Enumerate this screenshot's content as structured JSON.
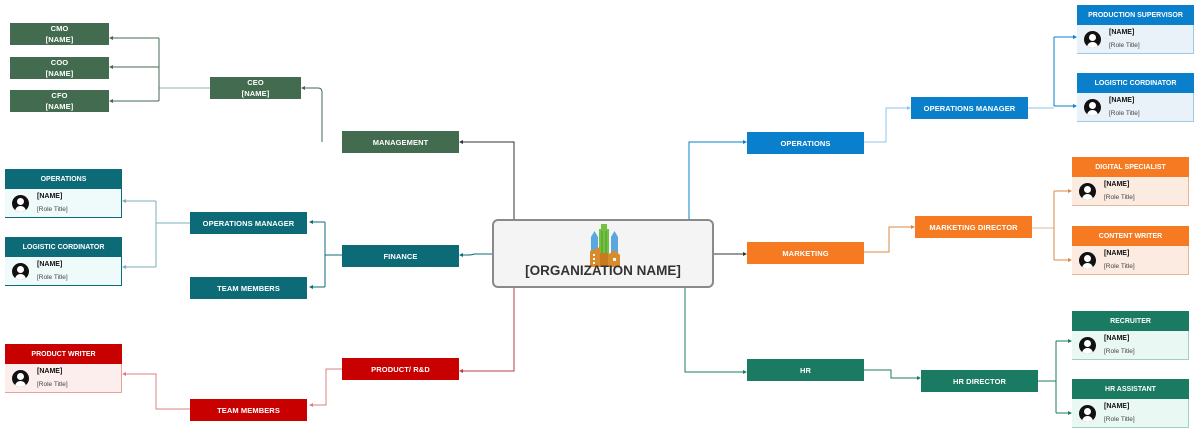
{
  "center": {
    "org_name": "[ORGANIZATION NAME]",
    "logo_icon": "city-buildings-icon"
  },
  "colors": {
    "management": "#426b4f",
    "finance": "#0d6b78",
    "product": "#c90000",
    "operations": "#0a7fcb",
    "marketing": "#f57a22",
    "hr": "#1b7a62",
    "finance_card_bg": "#effafb",
    "product_card_bg": "#fdeeee",
    "operations_card_bg": "#e9f2f9",
    "marketing_card_bg": "#fcebe1",
    "hr_card_bg": "#eaf8f3"
  },
  "left": {
    "management": {
      "label": "MANAGEMENT",
      "ceo": {
        "title": "CEO",
        "name": "[NAME]"
      },
      "reports": [
        {
          "title": "CMO",
          "name": "[NAME]"
        },
        {
          "title": "COO",
          "name": "[NAME]"
        },
        {
          "title": "CFO",
          "name": "[NAME]"
        }
      ]
    },
    "finance": {
      "label": "FINANCE",
      "operations_manager": "OPERATIONS MANAGER",
      "team_members": "TEAM MEMBERS",
      "cards": [
        {
          "title": "OPERATIONS",
          "name": "[NAME]",
          "role": "[Role Title]"
        },
        {
          "title": "LOGISTIC CORDINATOR",
          "name": "[NAME]",
          "role": "[Role Title]"
        }
      ]
    },
    "product": {
      "label": "PRODUCT/ R&D",
      "team_members": "TEAM MEMBERS",
      "cards": [
        {
          "title": "PRODUCT WRITER",
          "name": "[NAME]",
          "role": "[Role Title]"
        }
      ]
    }
  },
  "right": {
    "operations": {
      "label": "OPERATIONS",
      "manager": "OPERATIONS MANAGER",
      "cards": [
        {
          "title": "PRODUCTION SUPERVISOR",
          "name": "[NAME]",
          "role": "[Role Title]"
        },
        {
          "title": "LOGISTIC CORDINATOR",
          "name": "[NAME]",
          "role": "[Role Title]"
        }
      ]
    },
    "marketing": {
      "label": "MARKETING",
      "director": "MARKETING DIRECTOR",
      "cards": [
        {
          "title": "DIGITAL SPECIALIST",
          "name": "[NAME]",
          "role": "[Role Title]"
        },
        {
          "title": "CONTENT WRITER",
          "name": "[NAME]",
          "role": "[Role Title]"
        }
      ]
    },
    "hr": {
      "label": "HR",
      "director": "HR DIRECTOR",
      "cards": [
        {
          "title": "RECRUITER",
          "name": "[NAME]",
          "role": "[Role Title]"
        },
        {
          "title": "HR ASSISTANT",
          "name": "[NAME]",
          "role": "[Role Title]"
        }
      ]
    }
  }
}
